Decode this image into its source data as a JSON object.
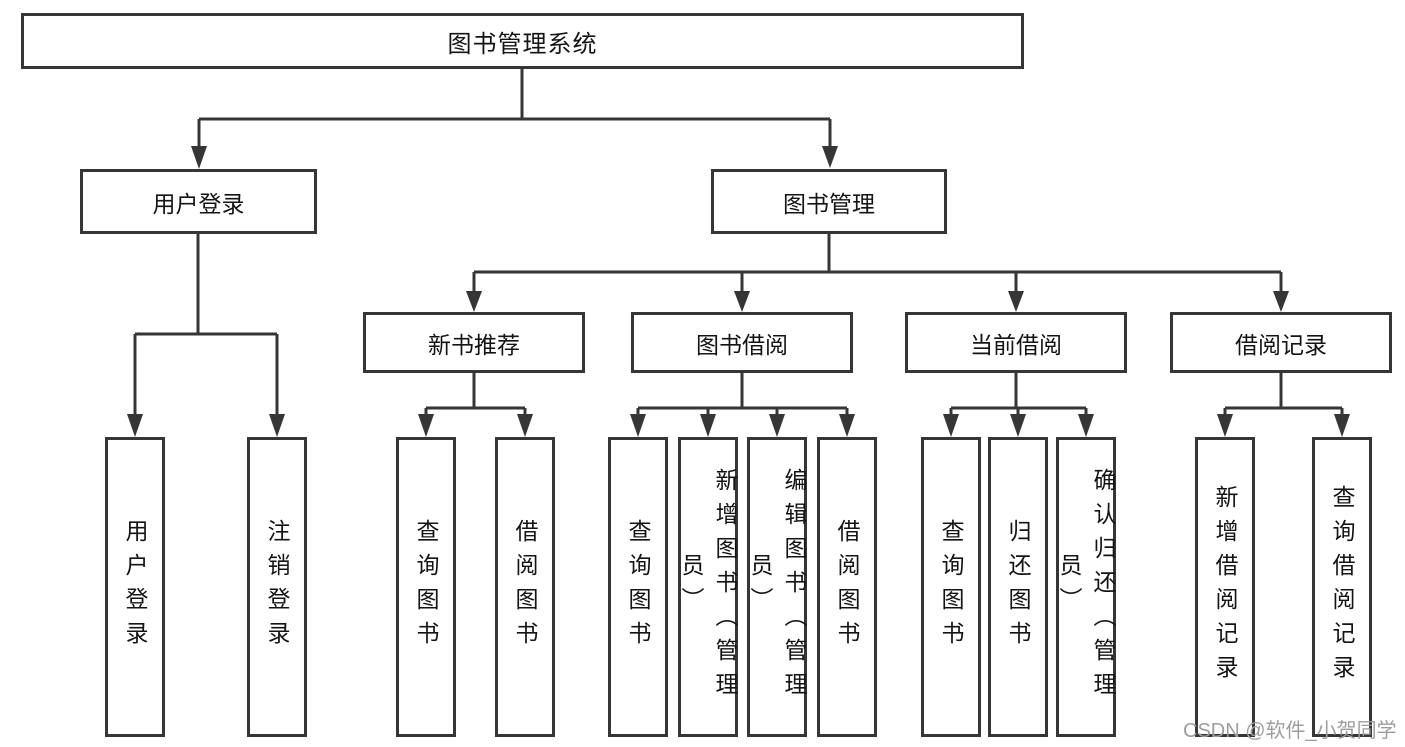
{
  "diagram": {
    "root": {
      "label": "图书管理系统"
    },
    "level2": {
      "user_login": {
        "label": "用户登录"
      },
      "book_mgmt": {
        "label": "图书管理"
      }
    },
    "level3": {
      "new_book_rec": {
        "label": "新书推荐"
      },
      "book_borrow": {
        "label": "图书借阅"
      },
      "current_borrow": {
        "label": "当前借阅"
      },
      "borrow_record": {
        "label": "借阅记录"
      }
    },
    "leaves": {
      "user_login_leaf": {
        "label": "用户登录"
      },
      "logout": {
        "label": "注销登录"
      },
      "rec_query_book": {
        "label": "查询图书"
      },
      "rec_borrow_book": {
        "label": "借阅图书"
      },
      "bb_query_book": {
        "label": "查询图书"
      },
      "bb_add_book": {
        "label": "新增图书（管理员）"
      },
      "bb_edit_book": {
        "label": "编辑图书（管理员）"
      },
      "bb_borrow_book": {
        "label": "借阅图书"
      },
      "cb_query_book": {
        "label": "查询图书"
      },
      "cb_return_book": {
        "label": "归还图书"
      },
      "cb_confirm_return": {
        "label": "确认归还（管理员）"
      },
      "br_add_record": {
        "label": "新增借阅记录"
      },
      "br_query_record": {
        "label": "查询借阅记录"
      }
    }
  },
  "watermark": {
    "text": "CSDN @软件_小贺同学"
  },
  "colors": {
    "line": "#363636",
    "box_border": "#363636",
    "text": "#141414",
    "background": "#ffffff",
    "watermark_text": "#9e9e9e"
  }
}
